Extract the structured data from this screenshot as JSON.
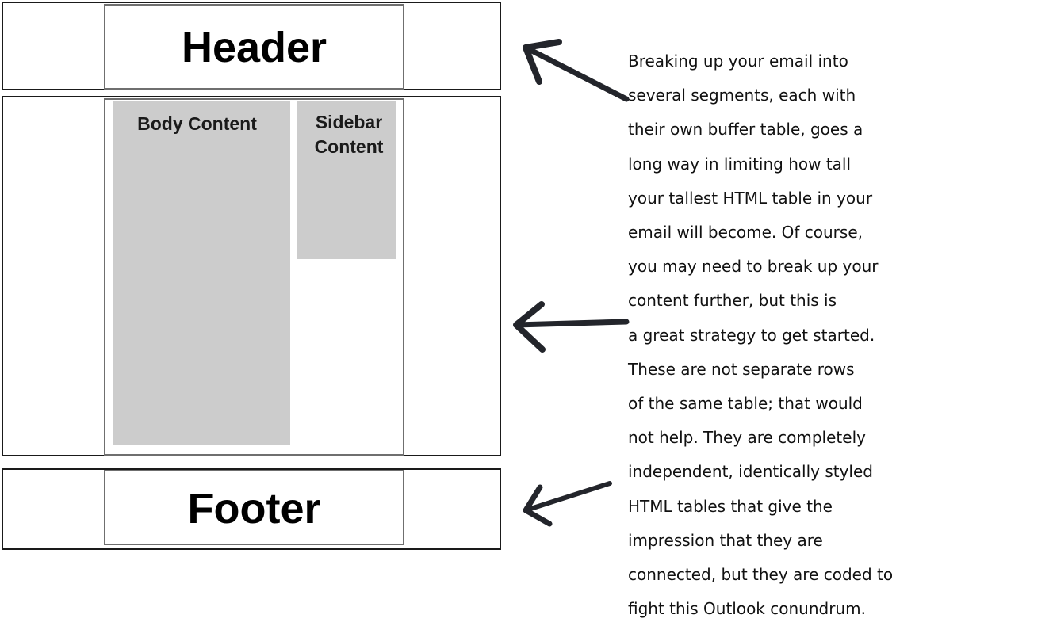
{
  "diagram": {
    "header_label": "Header",
    "footer_label": "Footer",
    "body_content_label": "Body Content",
    "sidebar_content_label": [
      "Sidebar",
      "Content"
    ]
  },
  "explanation": {
    "lines": [
      "Breaking up your email into",
      "several segments, each with",
      "their own buffer table, goes a",
      "long way in limiting how tall",
      "your tallest HTML table in your",
      "email will become. Of course,",
      "you may need to break up your",
      "content further, but this is",
      "a great strategy to get started.",
      "These are not separate rows",
      "of the same table; that would",
      "not help. They are completely",
      "independent, identically styled",
      "HTML tables that give the",
      "impression that they are",
      "connected, but they are coded to",
      "fight this Outlook conundrum."
    ]
  },
  "colors": {
    "outer_border": "#1a1a1a",
    "inner_border": "#6f6f6f",
    "content_block": "#cccccc",
    "arrow": "#23252b"
  }
}
